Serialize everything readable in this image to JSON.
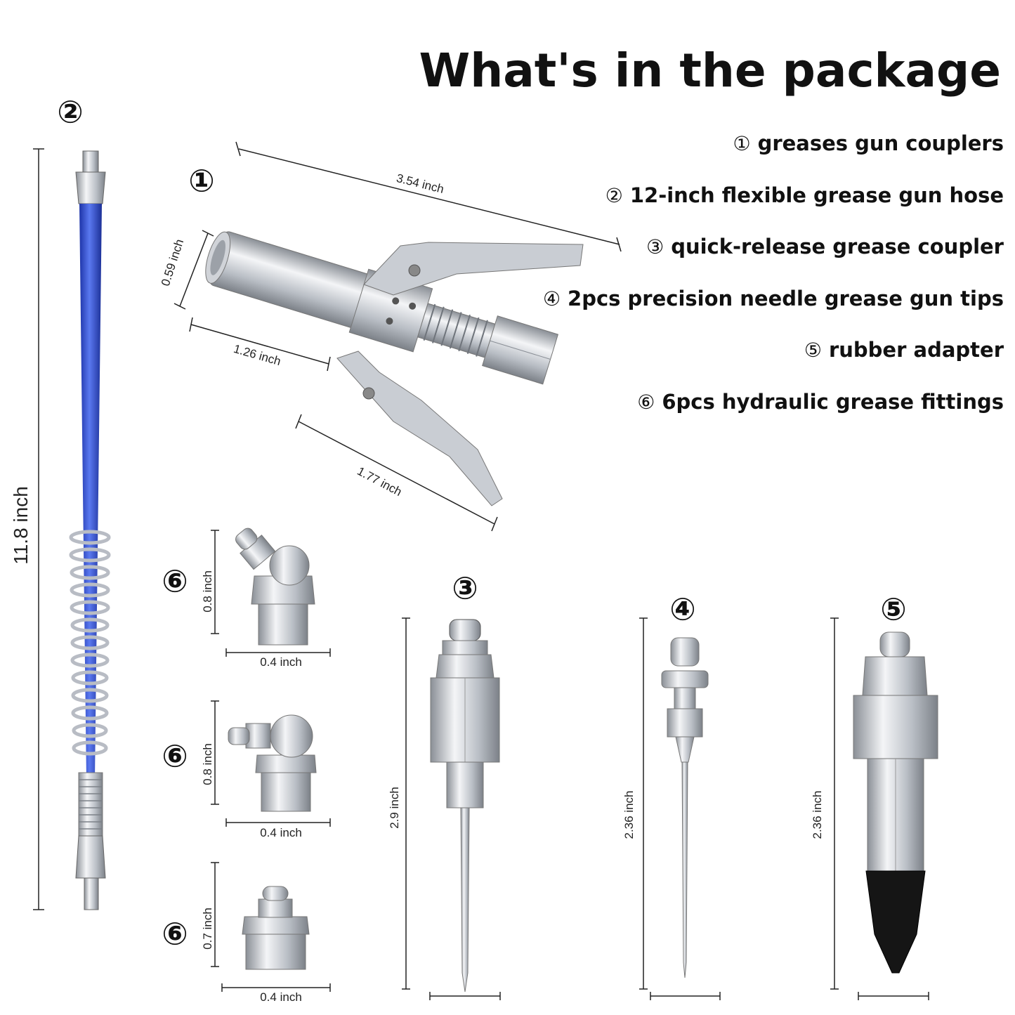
{
  "title": "What's in the package",
  "legend": [
    {
      "num": "①",
      "text": "greases gun couplers"
    },
    {
      "num": "②",
      "text": "12-inch flexible grease gun hose"
    },
    {
      "num": "③",
      "text": "quick-release grease coupler"
    },
    {
      "num": "④",
      "text": "2pcs precision needle grease gun tips"
    },
    {
      "num": "⑤",
      "text": "rubber adapter"
    },
    {
      "num": "⑥",
      "text": "6pcs hydraulic grease fittings"
    }
  ],
  "markers": {
    "m1": "①",
    "m2": "②",
    "m3": "③",
    "m4": "④",
    "m5": "⑤",
    "m6a": "⑥",
    "m6b": "⑥",
    "m6c": "⑥"
  },
  "dimensions": {
    "hose_length": "11.8 inch",
    "coupler_length": "3.54 inch",
    "coupler_diameter": "0.59 inch",
    "coupler_head": "1.26 inch",
    "coupler_jaw": "1.77 inch",
    "fit1_height": "0.8 inch",
    "fit1_width": "0.4 inch",
    "fit2_height": "0.8 inch",
    "fit2_width": "0.4 inch",
    "fit3_height": "0.7 inch",
    "fit3_width": "0.4 inch",
    "quick_coupler_length": "2.9 inch",
    "needle_length": "2.36 inch",
    "rubber_length": "2.36 inch"
  },
  "colors": {
    "hose_blue": "#2f4fd6",
    "metal": "#c8ccd2",
    "rubber": "#111111"
  }
}
